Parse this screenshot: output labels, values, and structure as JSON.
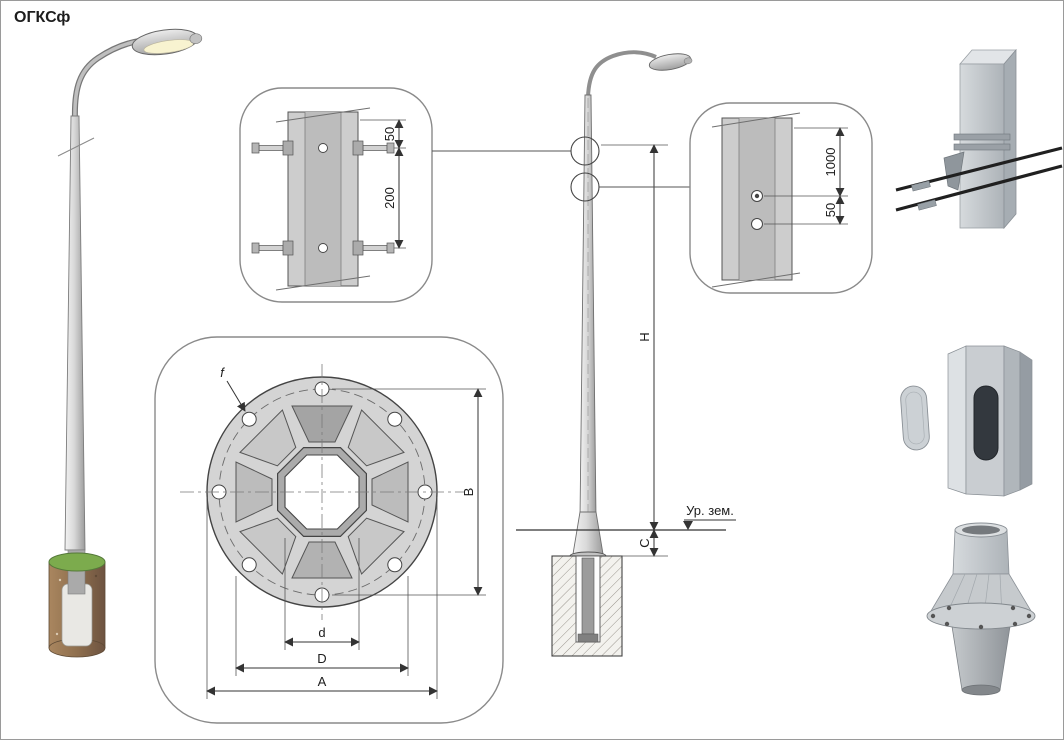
{
  "title": "ОГКСф",
  "details": {
    "top_connection": {
      "dim_top": "50",
      "dim_spacing": "200"
    },
    "cable_entry": {
      "dim_height": "1000",
      "dim_offset": "50"
    }
  },
  "elevation": {
    "height_label": "H",
    "embed_label": "C",
    "ground_label": "Ур. зем."
  },
  "flange": {
    "hole_label": "f",
    "bolt_span_label": "B",
    "inner_dia_label": "d",
    "mid_dia_label": "D",
    "outer_dia_label": "A"
  }
}
